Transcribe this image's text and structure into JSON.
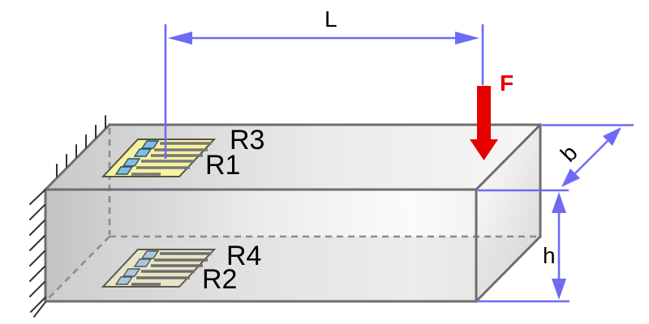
{
  "labels": {
    "length_dim": "L",
    "force": "F",
    "depth_dim": "b",
    "height_dim": "h"
  },
  "gauges": {
    "top_back": "R3",
    "top_front": "R1",
    "bottom_back": "R4",
    "bottom_front": "R2"
  },
  "colors": {
    "dimension": "#6f6af4",
    "force": "#e60000",
    "text": "#000000",
    "beam_edge": "#6e6e6e",
    "hidden_edge": "#8c8c8c",
    "hatch": "#333333",
    "gauge_fill": "#f6f2a0",
    "gauge_border": "#55553c",
    "gauge_pad": "#80bce8",
    "gauge_grid": "#787878",
    "gauge_fill_muted": "#e8e4c4",
    "gauge_pad_muted": "#aac8da",
    "gauge_grid_muted": "#6e6e6e"
  }
}
